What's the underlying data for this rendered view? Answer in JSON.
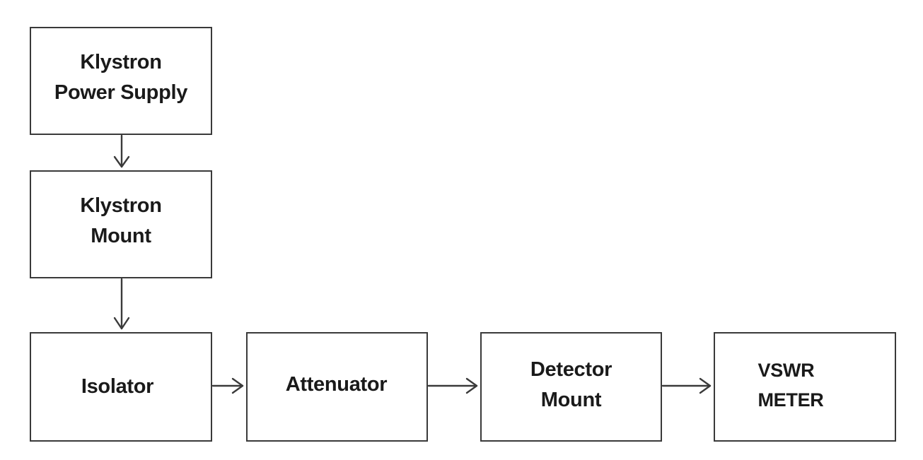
{
  "blocks": {
    "klystron_power_supply": {
      "line1": "Klystron",
      "line2": "Power Supply"
    },
    "klystron_mount": {
      "line1": "Klystron",
      "line2": "Mount"
    },
    "isolator": {
      "line1": "Isolator"
    },
    "attenuator": {
      "line1": "Attenuator"
    },
    "detector_mount": {
      "line1": "Detector",
      "line2": "Mount"
    },
    "vswr_meter": {
      "line1": "VSWR",
      "line2": "METER"
    }
  },
  "colors": {
    "stroke": "#3a3a3a",
    "text": "#1a1a1a",
    "background": "#ffffff"
  }
}
